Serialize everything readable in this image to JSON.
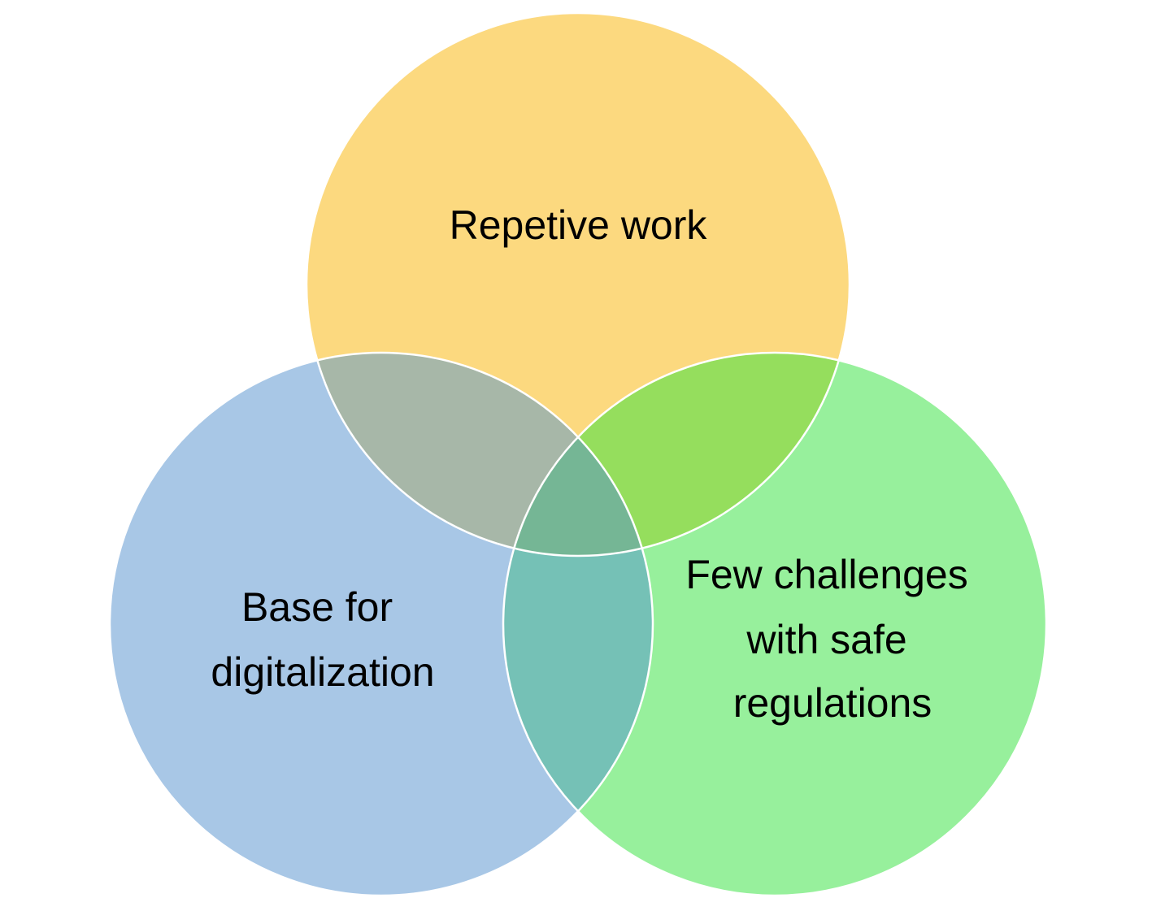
{
  "diagram": {
    "type": "venn",
    "sets": [
      {
        "id": "top",
        "label_lines": [
          "Repetive work"
        ],
        "color": "#FCD97F"
      },
      {
        "id": "left",
        "label_lines": [
          "Base for",
          "digitalization"
        ],
        "color": "#A8C7E6"
      },
      {
        "id": "right",
        "label_lines": [
          "Few challenges",
          "with safe",
          "regulations"
        ],
        "color": "#97F09C"
      }
    ],
    "overlap_colors": {
      "top_left": "#A7B7A8",
      "top_right": "#95DE5D",
      "left_right": "#75C1B6",
      "all": "#75B695"
    },
    "outline_color": "#FFFFFF"
  }
}
